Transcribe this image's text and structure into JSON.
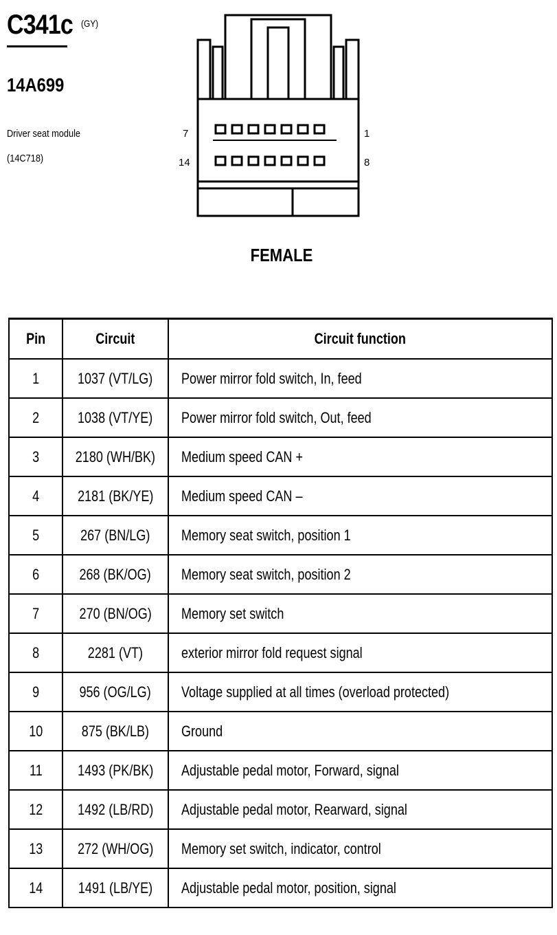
{
  "connector": {
    "code": "C341c",
    "color_code": "(GY)",
    "part_number": "14A699",
    "description_line1": "Driver seat module",
    "description_line2": "(14C718)",
    "pin_labels": {
      "top_left": "7",
      "top_right": "1",
      "bottom_left": "14",
      "bottom_right": "8"
    },
    "gender": "FEMALE"
  },
  "table": {
    "headers": {
      "pin": "Pin",
      "circuit": "Circuit",
      "function": "Circuit function"
    },
    "rows": [
      {
        "pin": "1",
        "circuit": "1037 (VT/LG)",
        "function": "Power mirror fold switch, In, feed"
      },
      {
        "pin": "2",
        "circuit": "1038 (VT/YE)",
        "function": "Power mirror fold switch, Out, feed"
      },
      {
        "pin": "3",
        "circuit": "2180 (WH/BK)",
        "function": "Medium speed CAN +"
      },
      {
        "pin": "4",
        "circuit": "2181 (BK/YE)",
        "function": "Medium speed CAN –"
      },
      {
        "pin": "5",
        "circuit": "267 (BN/LG)",
        "function": "Memory seat switch, position 1"
      },
      {
        "pin": "6",
        "circuit": "268 (BK/OG)",
        "function": "Memory seat switch, position 2"
      },
      {
        "pin": "7",
        "circuit": "270 (BN/OG)",
        "function": "Memory set switch"
      },
      {
        "pin": "8",
        "circuit": "2281 (VT)",
        "function": "exterior mirror fold request signal"
      },
      {
        "pin": "9",
        "circuit": "956 (OG/LG)",
        "function": "Voltage supplied at all times (overload protected)"
      },
      {
        "pin": "10",
        "circuit": "875 (BK/LB)",
        "function": "Ground"
      },
      {
        "pin": "11",
        "circuit": "1493 (PK/BK)",
        "function": "Adjustable pedal motor, Forward, signal"
      },
      {
        "pin": "12",
        "circuit": "1492 (LB/RD)",
        "function": "Adjustable pedal motor, Rearward, signal"
      },
      {
        "pin": "13",
        "circuit": "272 (WH/OG)",
        "function": "Memory set switch, indicator, control"
      },
      {
        "pin": "14",
        "circuit": "1491 (LB/YE)",
        "function": "Adjustable pedal motor, position, signal"
      }
    ]
  }
}
